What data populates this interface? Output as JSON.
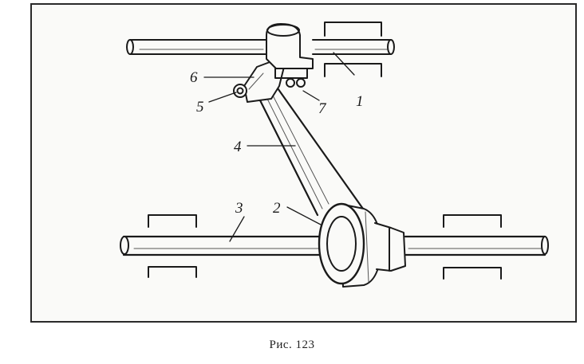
{
  "figure": {
    "caption": "Рис. 123",
    "labels": {
      "one": "1",
      "two": "2",
      "three": "3",
      "four": "4",
      "five": "5",
      "six": "6",
      "seven": "7"
    }
  }
}
